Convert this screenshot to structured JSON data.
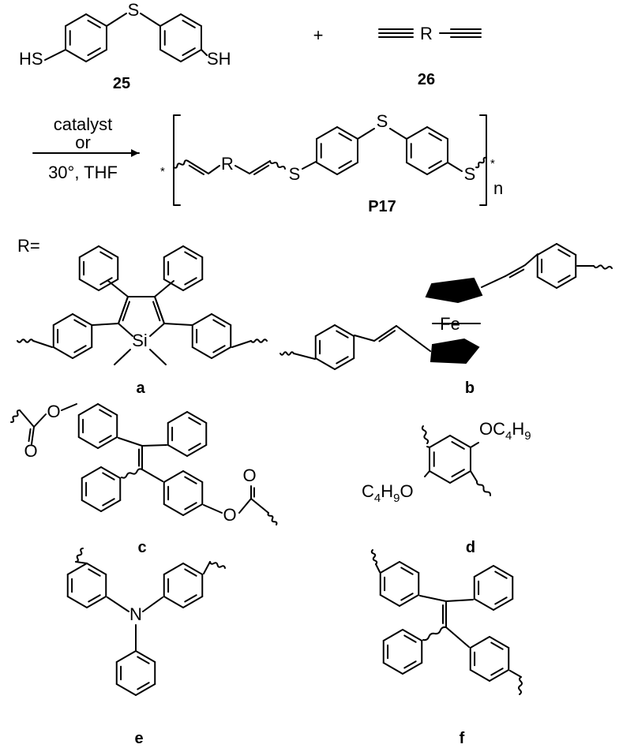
{
  "reactants": {
    "dithiol": {
      "sh_left": "HS",
      "bridge_s": "S",
      "sh_right": "SH",
      "number": "25"
    },
    "plus": "+",
    "diyne": {
      "r": "R",
      "number": "26"
    }
  },
  "conditions": {
    "line1": "catalyst",
    "line2": "or",
    "line3": "30°, THF"
  },
  "polymer": {
    "end_left": "*",
    "r": "R",
    "s1": "S",
    "s2": "S",
    "s3": "S",
    "end_right": "*",
    "n": "n",
    "number": "P17"
  },
  "r_definition": "R=",
  "substituents": {
    "a": {
      "heteroatom": "Si",
      "label": "a"
    },
    "b": {
      "metal": "Fe",
      "label": "b"
    },
    "c": {
      "o1": "O",
      "o2": "O",
      "o3": "O",
      "o4": "O",
      "label": "c"
    },
    "d": {
      "group1_main": "OC",
      "group1_sub1": "4",
      "group1_mid": "H",
      "group1_sub2": "9",
      "group2_main": "C",
      "group2_sub1": "4",
      "group2_mid": "H",
      "group2_sub2": "9",
      "group2_end": "O",
      "label": "d"
    },
    "e": {
      "heteroatom": "N",
      "label": "e"
    },
    "f": {
      "label": "f"
    }
  }
}
